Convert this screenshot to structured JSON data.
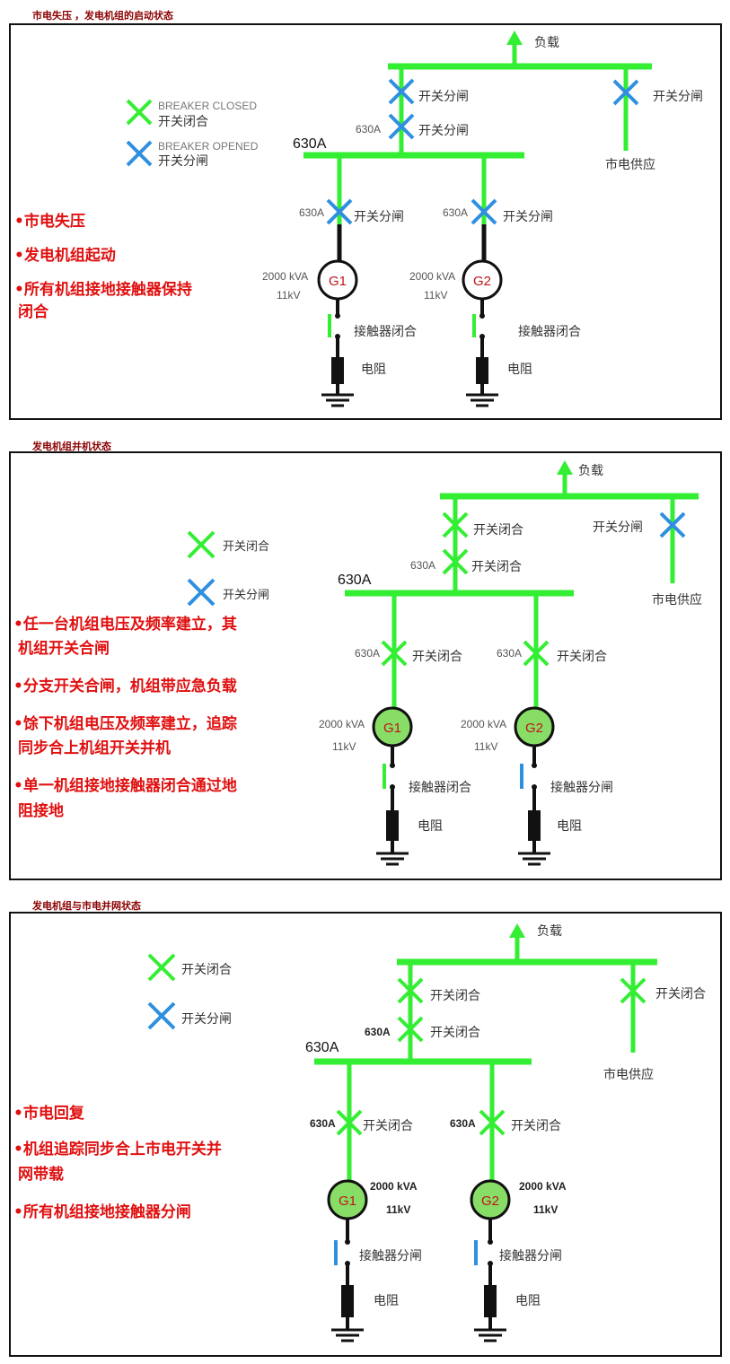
{
  "colors": {
    "closed": "#33ee33",
    "opened": "#2f8fe0",
    "line": "#33ee33",
    "text_red": "#e01010",
    "title_red": "#8b0000"
  },
  "panels": [
    {
      "title": "市电失压 ，发电机组的启动状态",
      "legend": {
        "closed_en": "BREAKER CLOSED",
        "closed_cn": "开关闭合",
        "opened_en": "BREAKER OPENED",
        "opened_cn": "开关分闸"
      },
      "load_label": "负载",
      "utility_label": "市电供应",
      "bus_rating": "630A",
      "upper_breaker_label": "开关分闸",
      "lower_breaker_label": "开关分闸",
      "lower_breaker_rating": "630A",
      "utility_breaker_label": "开关分闸",
      "bullets": [
        "•市电失压",
        "•发电机组起动",
        "•所有机组接地接触器保持",
        "闭合"
      ],
      "generators": [
        {
          "name": "G1",
          "kva": "2000 kVA",
          "kv": "11kV",
          "breaker_rating": "630A",
          "breaker_label": "开关分闸",
          "contactor_label": "接触器闭合",
          "resistor_label": "电阻"
        },
        {
          "name": "G2",
          "kva": "2000 kVA",
          "kv": "11kV",
          "breaker_rating": "630A",
          "breaker_label": "开关分闸",
          "contactor_label": "接触器闭合",
          "resistor_label": "电阻"
        }
      ]
    },
    {
      "title": "发电机组并机状态",
      "legend": {
        "closed_cn": "开关闭合",
        "opened_cn": "开关分闸"
      },
      "load_label": "负载",
      "utility_label": "市电供应",
      "bus_rating": "630A",
      "upper_breaker_label": "开关闭合",
      "lower_breaker_label": "开关闭合",
      "lower_breaker_rating": "630A",
      "utility_breaker_label": "开关分闸",
      "bullets": [
        "•任一台机组电压及频率建立，其",
        "机组开关合闸",
        "•分支开关合闸，机组带应急负载",
        "•馀下机组电压及频率建立，追踪",
        "同步合上机组开关并机",
        "•单一机组接地接触器闭合通过地",
        "阻接地"
      ],
      "generators": [
        {
          "name": "G1",
          "kva": "2000 kVA",
          "kv": "11kV",
          "breaker_rating": "630A",
          "breaker_label": "开关闭合",
          "contactor_label": "接触器闭合",
          "resistor_label": "电阻"
        },
        {
          "name": "G2",
          "kva": "2000 kVA",
          "kv": "11kV",
          "breaker_rating": "630A",
          "breaker_label": "开关闭合",
          "contactor_label": "接触器分闸",
          "resistor_label": "电阻"
        }
      ]
    },
    {
      "title": "发电机组与市电并网状态",
      "legend": {
        "closed_cn": "开关闭合",
        "opened_cn": "开关分闸"
      },
      "load_label": "负载",
      "utility_label": "市电供应",
      "bus_rating": "630A",
      "upper_breaker_label": "开关闭合",
      "lower_breaker_label": "开关闭合",
      "lower_breaker_rating": "630A",
      "utility_breaker_label": "开关闭合",
      "bullets": [
        "•市电回复",
        "•机组追踪同步合上市电开关并",
        "网带载",
        "•所有机组接地接触器分闸"
      ],
      "generators": [
        {
          "name": "G1",
          "kva": "2000 kVA",
          "kv": "11kV",
          "breaker_rating": "630A",
          "breaker_label": "开关闭合",
          "contactor_label": "接触器分闸",
          "resistor_label": "电阻"
        },
        {
          "name": "G2",
          "kva": "2000 kVA",
          "kv": "11kV",
          "breaker_rating": "630A",
          "breaker_label": "开关闭合",
          "contactor_label": "接触器分闸",
          "resistor_label": "电阻"
        }
      ]
    }
  ]
}
